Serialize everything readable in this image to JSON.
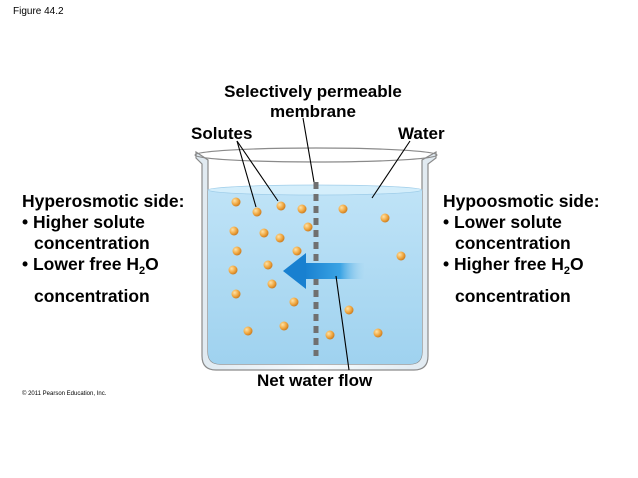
{
  "figure_label": "Figure 44.2",
  "labels": {
    "membrane_line1": "Selectively permeable",
    "membrane_line2": "membrane",
    "solutes": "Solutes",
    "water": "Water",
    "net_water_flow": "Net water flow"
  },
  "left_side": {
    "title": "Hyperosmotic side:",
    "bullet1_line1": "• Higher solute",
    "bullet1_line2": "concentration",
    "bullet2_prefix": "• Lower free H",
    "bullet2_sub": "2",
    "bullet2_suffix": "O",
    "bullet2_line2": "concentration"
  },
  "right_side": {
    "title": "Hypoosmotic side:",
    "bullet1_line1": "• Lower solute",
    "bullet1_line2": "concentration",
    "bullet2_prefix": "• Higher free H",
    "bullet2_sub": "2",
    "bullet2_suffix": "O",
    "bullet2_line2": "concentration"
  },
  "copyright": "© 2011 Pearson Education, Inc.",
  "colors": {
    "water": "#a9d8f2",
    "water_surface": "#cdeafa",
    "solute": "#f0a63a",
    "membrane": "#7a7a7a",
    "arrow": "#1f8fd6",
    "beaker_outline": "#8a8a8a"
  }
}
